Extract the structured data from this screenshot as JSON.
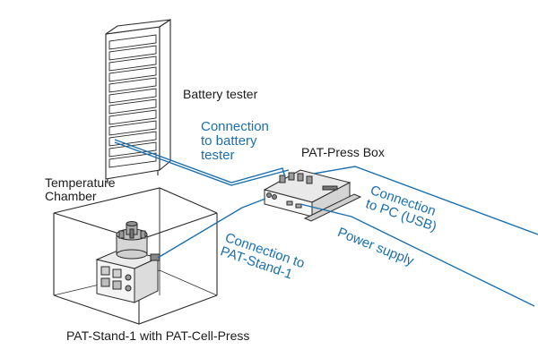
{
  "labels": {
    "battery_tester": "Battery tester",
    "connection_battery_tester": "Connection\nto battery\ntester",
    "pat_press_box": "PAT-Press Box",
    "temperature_chamber": "Temperature\nChamber",
    "connection_pc": "Connection\nto PC (USB)",
    "power_supply": "Power supply",
    "connection_stand": "Connection to\nPAT-Stand-1",
    "pat_stand": "PAT-Stand-1 with PAT-Cell-Press"
  },
  "colors": {
    "cable": "#1a6fb0",
    "outline": "#2a2a2a",
    "label_blue": "#1a6fb0",
    "label_black": "#1a1a1a"
  }
}
